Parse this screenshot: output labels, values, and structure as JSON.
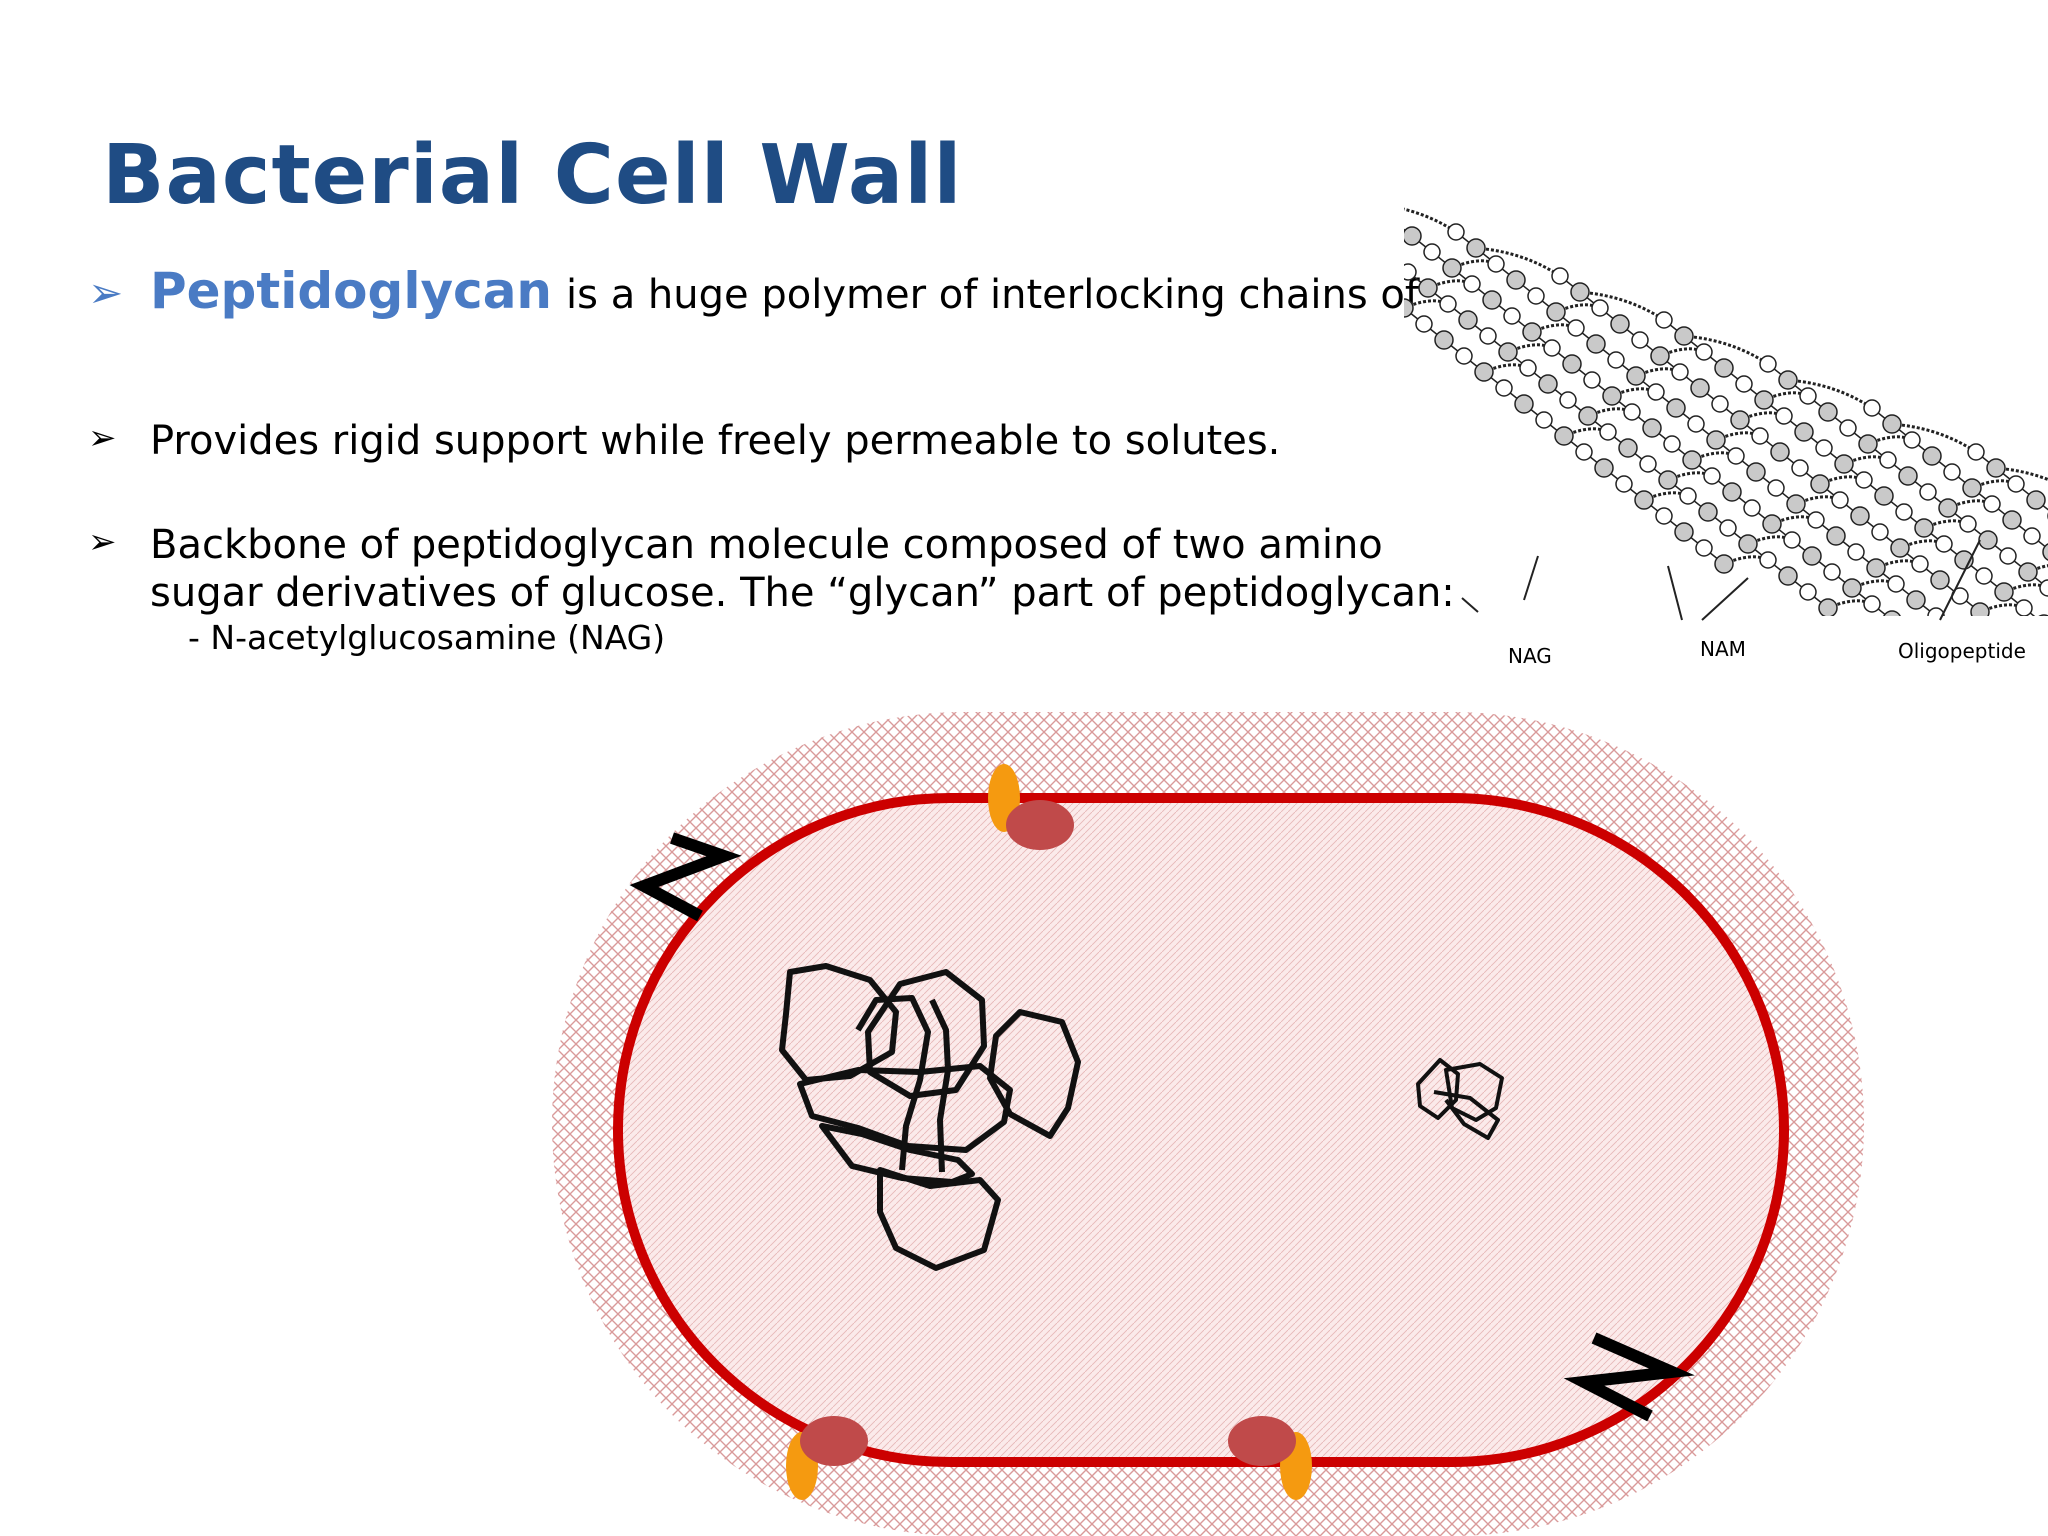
{
  "slide": {
    "title": "Bacterial Cell Wall",
    "bullets": [
      {
        "marker": "➢",
        "highlight": "Peptidoglycan",
        "text": "is a huge polymer of interlocking chains of"
      },
      {
        "marker": "➢",
        "text": "Provides rigid support while freely permeable to solutes."
      },
      {
        "marker": "➢",
        "lines": [
          "Backbone of peptidoglycan molecule composed of two amino",
          "sugar derivatives of glucose. The “glycan” part of peptidoglycan:",
          "- N-acetylglucosamine (NAG)"
        ]
      }
    ]
  },
  "lattice": {
    "labels": {
      "nag": "NAG",
      "nam": "NAM",
      "oligopeptide": "Oligopeptide"
    },
    "colors": {
      "bead_open": "#ffffff",
      "bead_shaded": "#c9c9c9",
      "stroke": "#222222"
    }
  },
  "cell": {
    "colors": {
      "wall_fill": "#f2dcdc",
      "wall_hatch": "#d99a9a",
      "membrane": "#cc0000",
      "cytoplasm": "#fbeaea",
      "protein_red": "#c04a4a",
      "protein_orange": "#f59a10",
      "dna": "#111111"
    }
  }
}
